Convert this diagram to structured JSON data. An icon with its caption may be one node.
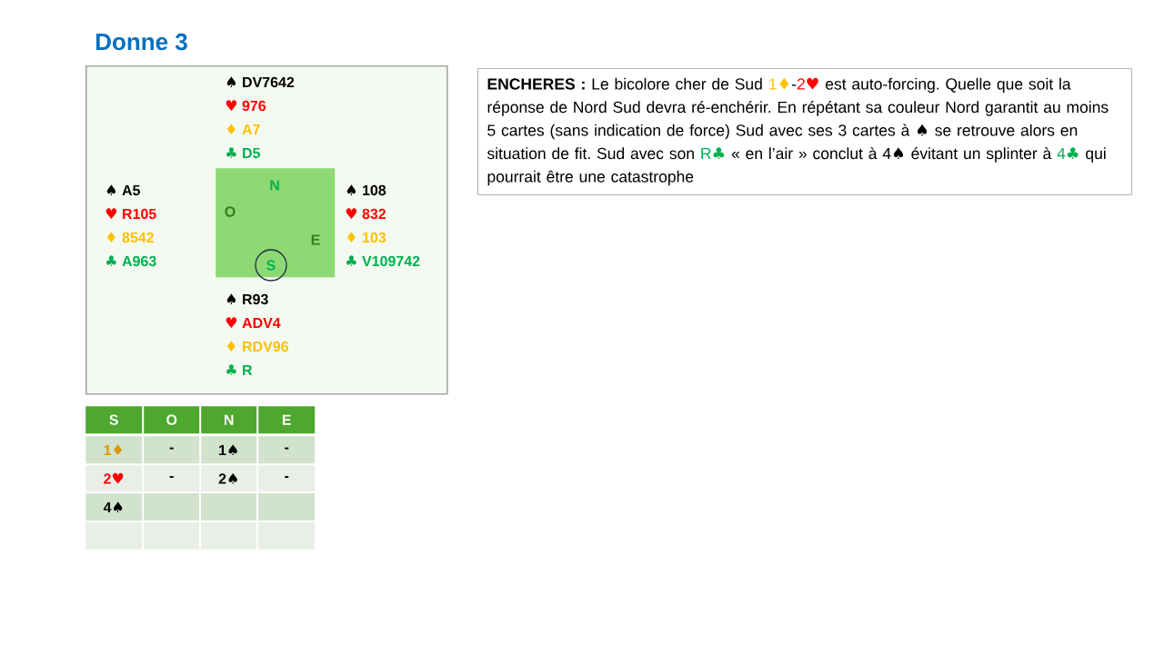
{
  "diagram": {
    "title": "Donne 3",
    "nodes": [
      {
        "text": [],
        "shape": "box"
      },
      {
        "text": [
          "N",
          "O",
          "E"
        ],
        "in": 0
      },
      {
        "text": [
          "S"
        ],
        "in": 0
      },
      {
        "text": [
          "**ENCHERES :** Le bicolore cher de Sud 1♦-2♥ est auto-forcing. Quelle que soit la réponse de Nord Sud devra ré-enchérir. En répétant sa couleur Nord garantit au moins 5 cartes (sans indication de force) Sud avec ses 3 cartes à ♠ se retrouve alors en situation de fit. Sud avec son R♣ « en l’air » conclut à 4♠ évitant un splinter à 4♣ qui pourrait être une catastrophe"
        ]
      }
    ],
    "labels": [
      "♠ DV7642",
      "♥ 976",
      "♦ A7",
      "♣ D5",
      "♠ A5",
      "♥ R105",
      "♦ 8542",
      "♣ A963",
      "♠ 108",
      "♥ 832",
      "♦ 103",
      "♣ V109742",
      "♠ R93",
      "♥ ADV4",
      "♦ RDV96",
      "♣ R",
      "S",
      "O",
      "N",
      "E",
      "1♦",
      "-",
      "1♠",
      "-",
      "2♥",
      "-",
      "2♠",
      "-",
      "4♠"
    ]
  }
}
